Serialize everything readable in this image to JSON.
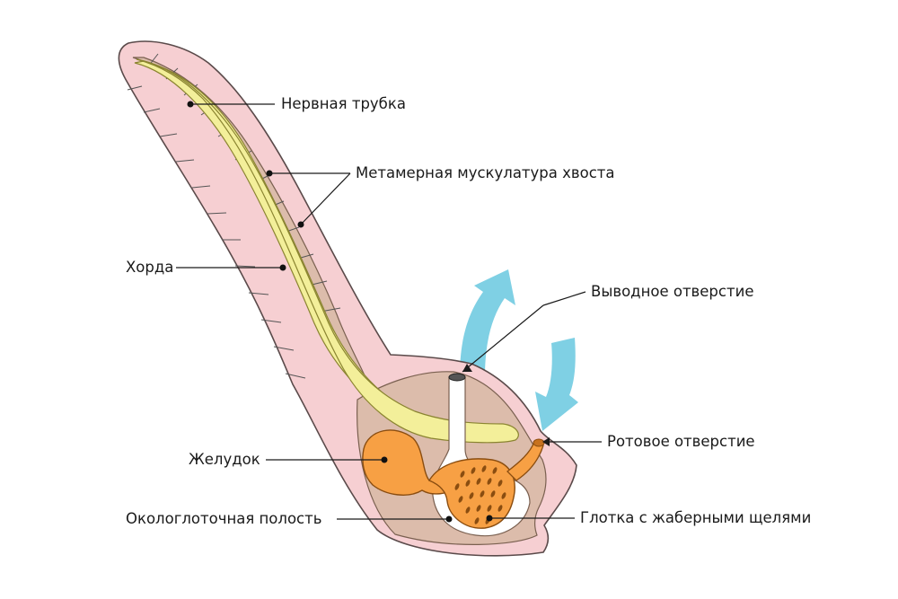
{
  "labels": {
    "nerve_tube": "Нервная трубка",
    "tail_muscles": "Метамерная мускулатура хвоста",
    "chord": "Хорда",
    "atrial_siphon": "Выводное отверстие",
    "oral_siphon": "Ротовое отверстие",
    "stomach": "Желудок",
    "peripharyngeal_cavity": "Окологлоточная полость",
    "pharynx": "Глотка с жаберными щелями"
  },
  "colors": {
    "skin": "#f6cfd2",
    "skin_outline": "#5a4a4a",
    "muscle": "#dcbcab",
    "nerve_cord": "#f3ef9a",
    "organ_orange": "#f7a044",
    "organ_outline": "#8a4d10",
    "water_arrow": "#7fd0e4",
    "cavity": "#ffffff"
  }
}
